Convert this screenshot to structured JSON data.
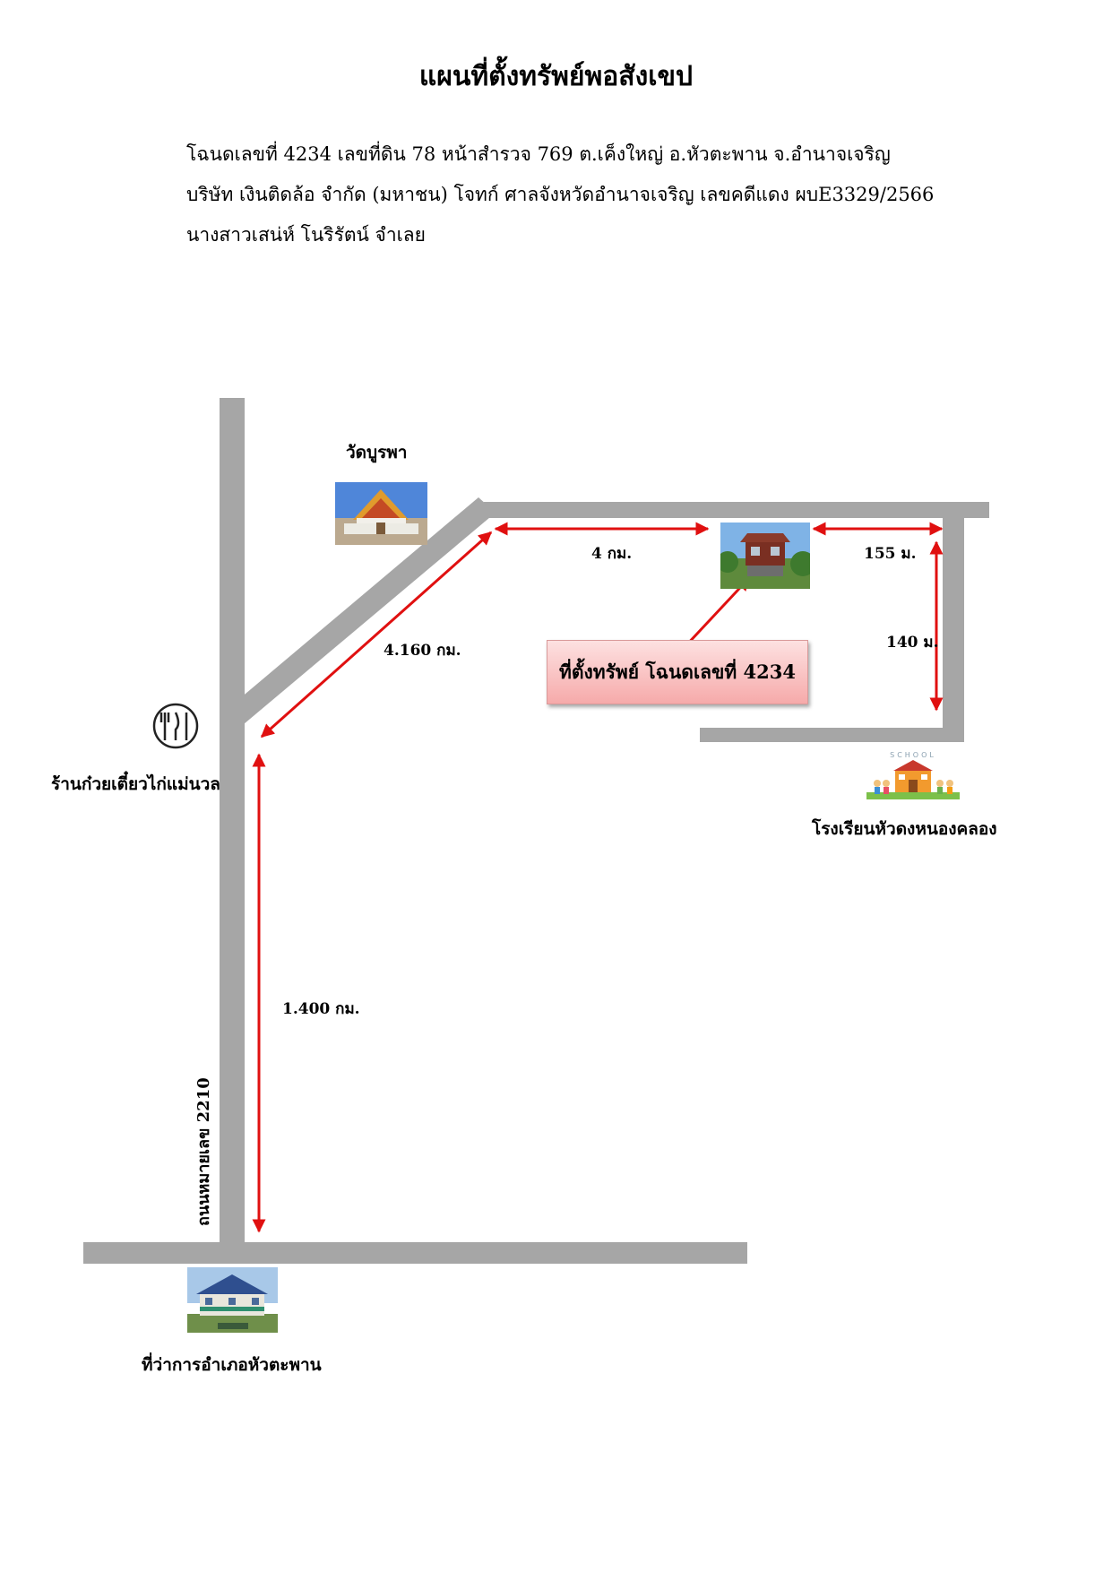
{
  "title": "แผนที่ตั้งทรัพย์พอสังเขป",
  "info": {
    "line1": "โฉนดเลขที่ 4234 เลขที่ดิน 78 หน้าสำรวจ 769 ต.เค็งใหญ่ อ.หัวตะพาน จ.อำนาจเจริญ",
    "line2": "บริษัท เงินติดล้อ จำกัด (มหาชน)   โจทก์  ศาลจังหวัดอำนาจเจริญ  เลขคดีแดง ผบE3329/2566",
    "line3": "นางสาวเสน่ห์ โนริรัตน์   จำเลย"
  },
  "places": {
    "temple": "วัดบูรพา",
    "restaurant": "ร้านก๋วยเตี๋ยวไก่แม่นวล",
    "school": "โรงเรียนหัวดงหนองคลอง",
    "district_office": "ที่ว่าการอำเภอหัวตะพาน",
    "school_sign": "SCHOOL"
  },
  "distances": {
    "d_4km": "4 กม.",
    "d_155m": "155 ม.",
    "d_140m": "140 ม.",
    "d_4160km": "4.160 กม.",
    "d_1400km": "1.400 กม."
  },
  "callout": "ที่ตั้งทรัพย์ โฉนดเลขที่ 4234",
  "road_name": "ถนนหมายเลข 2210",
  "colors": {
    "road": "#a6a6a6",
    "arrow": "#e01010",
    "callout_fill": "#f8b9b9"
  },
  "icons": [
    "fork-knife-plate-icon",
    "temple-photo",
    "house-photo",
    "school-illustration",
    "district-office-photo"
  ]
}
